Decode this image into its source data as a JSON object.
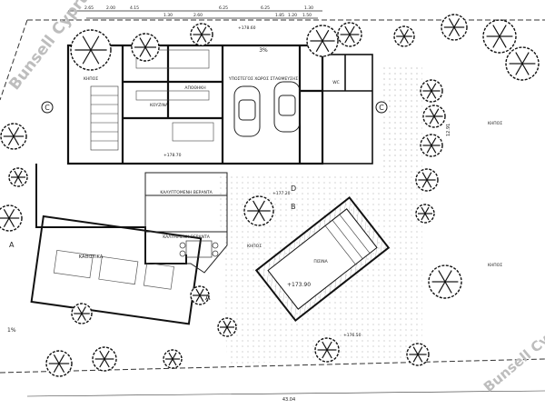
{
  "watermarks": {
    "top_left": "Bunsell Cyprus",
    "bottom_right": "Bunsell Cyprus"
  },
  "dimensions_top": [
    "2.65",
    "2.00",
    "4.15",
    "1.30",
    "2.60",
    "6.25",
    "6.25",
    "1.20",
    "1.50",
    "1.85",
    "1.30"
  ],
  "rooms": {
    "parking": "ΥΠΟΣΤΕΓΟΣ ΧΩΡΟΣ ΣΤΑΘΜΕΥΣΗΣ",
    "parking_slope": "3%",
    "kitchen": "ΚΟΥΖΙΝΑ",
    "storage": "ΑΠΟΘΗΚΗ",
    "pool_room": "ΚΑΘΙΣΤΙΚΑ",
    "covered_veranda": "ΚΑΛΥΠΤΟΜΕΝΗ ΒΕΡΑΝΤΑ",
    "open_veranda": "ΚΑΛΥΜΜΕΝΗ ΒΕΡΑΝΤΑ",
    "pool": "ΠΙΣΙΝΑ",
    "garden": "ΚΗΠΟΣ",
    "wc": "WC"
  },
  "levels": {
    "pool_level": "+173.90",
    "upper_level": "+178.60",
    "terrace_level": "+177.20",
    "lower_level": "+176.50",
    "entry_level": "+178.70"
  },
  "section_marks": [
    "A",
    "B",
    "C",
    "D"
  ],
  "slope_mark": "1%",
  "plot_dimension": "43.04",
  "side_dimension": "12.91"
}
